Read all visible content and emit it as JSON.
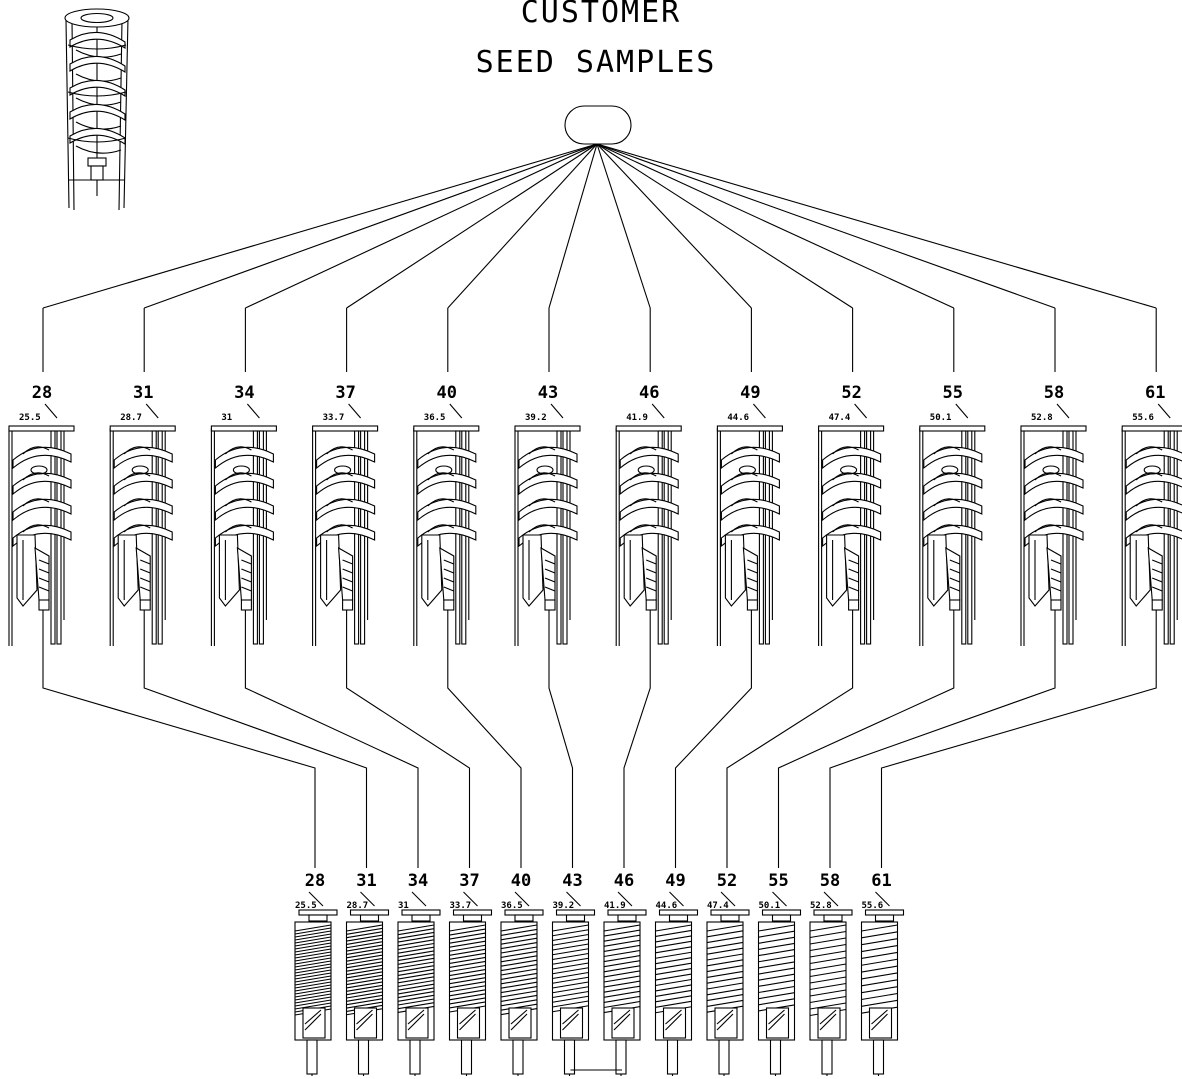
{
  "title": {
    "line1": "CUSTOMER",
    "line2": "SEED SAMPLES"
  },
  "icons": {
    "hero": "spiral-separator-icon",
    "source": "sample-source-icon"
  },
  "upper_row": [
    {
      "label": "28",
      "sub": "25.5"
    },
    {
      "label": "31",
      "sub": "28.7"
    },
    {
      "label": "34",
      "sub": "31"
    },
    {
      "label": "37",
      "sub": "33.7"
    },
    {
      "label": "40",
      "sub": "36.5"
    },
    {
      "label": "43",
      "sub": "39.2"
    },
    {
      "label": "46",
      "sub": "41.9"
    },
    {
      "label": "49",
      "sub": "44.6"
    },
    {
      "label": "52",
      "sub": "47.4"
    },
    {
      "label": "55",
      "sub": "50.1"
    },
    {
      "label": "58",
      "sub": "52.8"
    },
    {
      "label": "61",
      "sub": "55.6"
    }
  ],
  "lower_row": [
    {
      "label": "28",
      "sub": "25.5"
    },
    {
      "label": "31",
      "sub": "28.7"
    },
    {
      "label": "34",
      "sub": "31"
    },
    {
      "label": "37",
      "sub": "33.7"
    },
    {
      "label": "40",
      "sub": "36.5"
    },
    {
      "label": "43",
      "sub": "39.2"
    },
    {
      "label": "46",
      "sub": "41.9"
    },
    {
      "label": "49",
      "sub": "44.6"
    },
    {
      "label": "52",
      "sub": "47.4"
    },
    {
      "label": "55",
      "sub": "50.1"
    },
    {
      "label": "58",
      "sub": "52.8"
    },
    {
      "label": "61",
      "sub": "55.6"
    }
  ]
}
